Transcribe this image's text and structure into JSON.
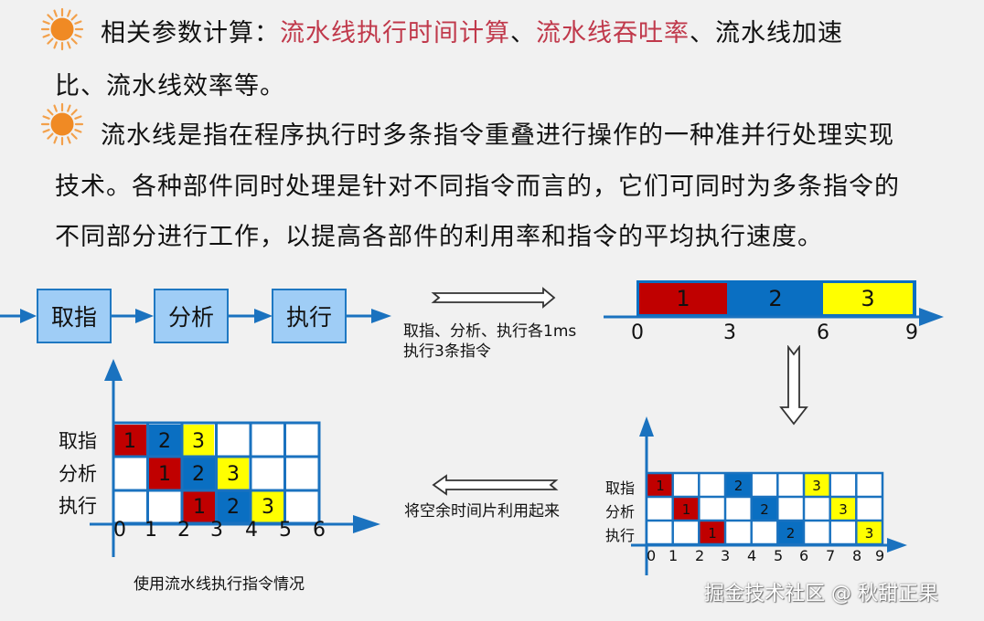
{
  "text": {
    "line1_black": "相关参数计算：",
    "line1_red1": "流水线执行时间计算",
    "line1_sep1": "、",
    "line1_red2": "流水线吞吐率",
    "line1_sep2": "、流水线加速",
    "line2": "比、流水线效率等。",
    "line3": "流水线是指在程序执行时多条指令重叠进行操作的一种准并行处理实现",
    "line4": "技术。各种部件同时处理是针对不同指令而言的，它们可同时为多条指令的",
    "line5": "不同部分进行工作，以提高各部件的利用率和指令的平均执行速度。"
  },
  "colors": {
    "background": "#f1f1f1",
    "highlight_red_text": "#c0394b",
    "blue": "#1a72bf",
    "box_fill": "#9fcdf6",
    "instr1": "#c00000",
    "instr2": "#0a6fc2",
    "instr3": "#ffff00",
    "sun": "#f08a24"
  },
  "flow": {
    "stages": [
      "取指",
      "分析",
      "执行"
    ],
    "note_line1": "取指、分析、执行各1ms",
    "note_line2": "执行3条指令"
  },
  "sequential_bar": {
    "segments": [
      "1",
      "2",
      "3"
    ],
    "ticks": [
      "0",
      "3",
      "6",
      "9"
    ]
  },
  "grid_sequential": {
    "row_labels": [
      "取指",
      "分析",
      "执行"
    ],
    "ticks": [
      "0",
      "1",
      "2",
      "3",
      "4",
      "5",
      "6",
      "7",
      "8",
      "9"
    ]
  },
  "grid_pipeline": {
    "row_labels": [
      "取指",
      "分析",
      "执行"
    ],
    "ticks": [
      "0",
      "1",
      "2",
      "3",
      "4",
      "5",
      "6"
    ],
    "caption": "使用流水线执行指令情况"
  },
  "arrow_left_label": "将空余时间片利用起来",
  "watermark": "掘金技术社区 @ 秋甜正果",
  "chart_data": [
    {
      "type": "table",
      "title": "顺序执行（无流水线）",
      "rows": [
        "取指",
        "分析",
        "执行"
      ],
      "x": [
        0,
        1,
        2,
        3,
        4,
        5,
        6,
        7,
        8,
        9
      ],
      "occupancy": {
        "取指": [
          [
            0,
            1,
            "1"
          ],
          [
            3,
            4,
            "2"
          ],
          [
            6,
            7,
            "3"
          ]
        ],
        "分析": [
          [
            1,
            2,
            "1"
          ],
          [
            4,
            5,
            "2"
          ],
          [
            7,
            8,
            "3"
          ]
        ],
        "执行": [
          [
            2,
            3,
            "1"
          ],
          [
            5,
            6,
            "2"
          ],
          [
            8,
            9,
            "3"
          ]
        ]
      },
      "total_time": 9
    },
    {
      "type": "table",
      "title": "使用流水线执行指令情况",
      "rows": [
        "取指",
        "分析",
        "执行"
      ],
      "x": [
        0,
        1,
        2,
        3,
        4,
        5,
        6
      ],
      "occupancy": {
        "取指": [
          [
            0,
            1,
            "1"
          ],
          [
            1,
            2,
            "2"
          ],
          [
            2,
            3,
            "3"
          ]
        ],
        "分析": [
          [
            1,
            2,
            "1"
          ],
          [
            2,
            3,
            "2"
          ],
          [
            3,
            4,
            "3"
          ]
        ],
        "执行": [
          [
            2,
            3,
            "1"
          ],
          [
            3,
            4,
            "2"
          ],
          [
            4,
            5,
            "3"
          ]
        ]
      },
      "total_time": 5
    },
    {
      "type": "bar",
      "title": "顺序执行时间轴",
      "categories": [
        "1",
        "2",
        "3"
      ],
      "ranges": [
        [
          0,
          3
        ],
        [
          3,
          6
        ],
        [
          6,
          9
        ]
      ],
      "xticks": [
        0,
        3,
        6,
        9
      ]
    }
  ]
}
